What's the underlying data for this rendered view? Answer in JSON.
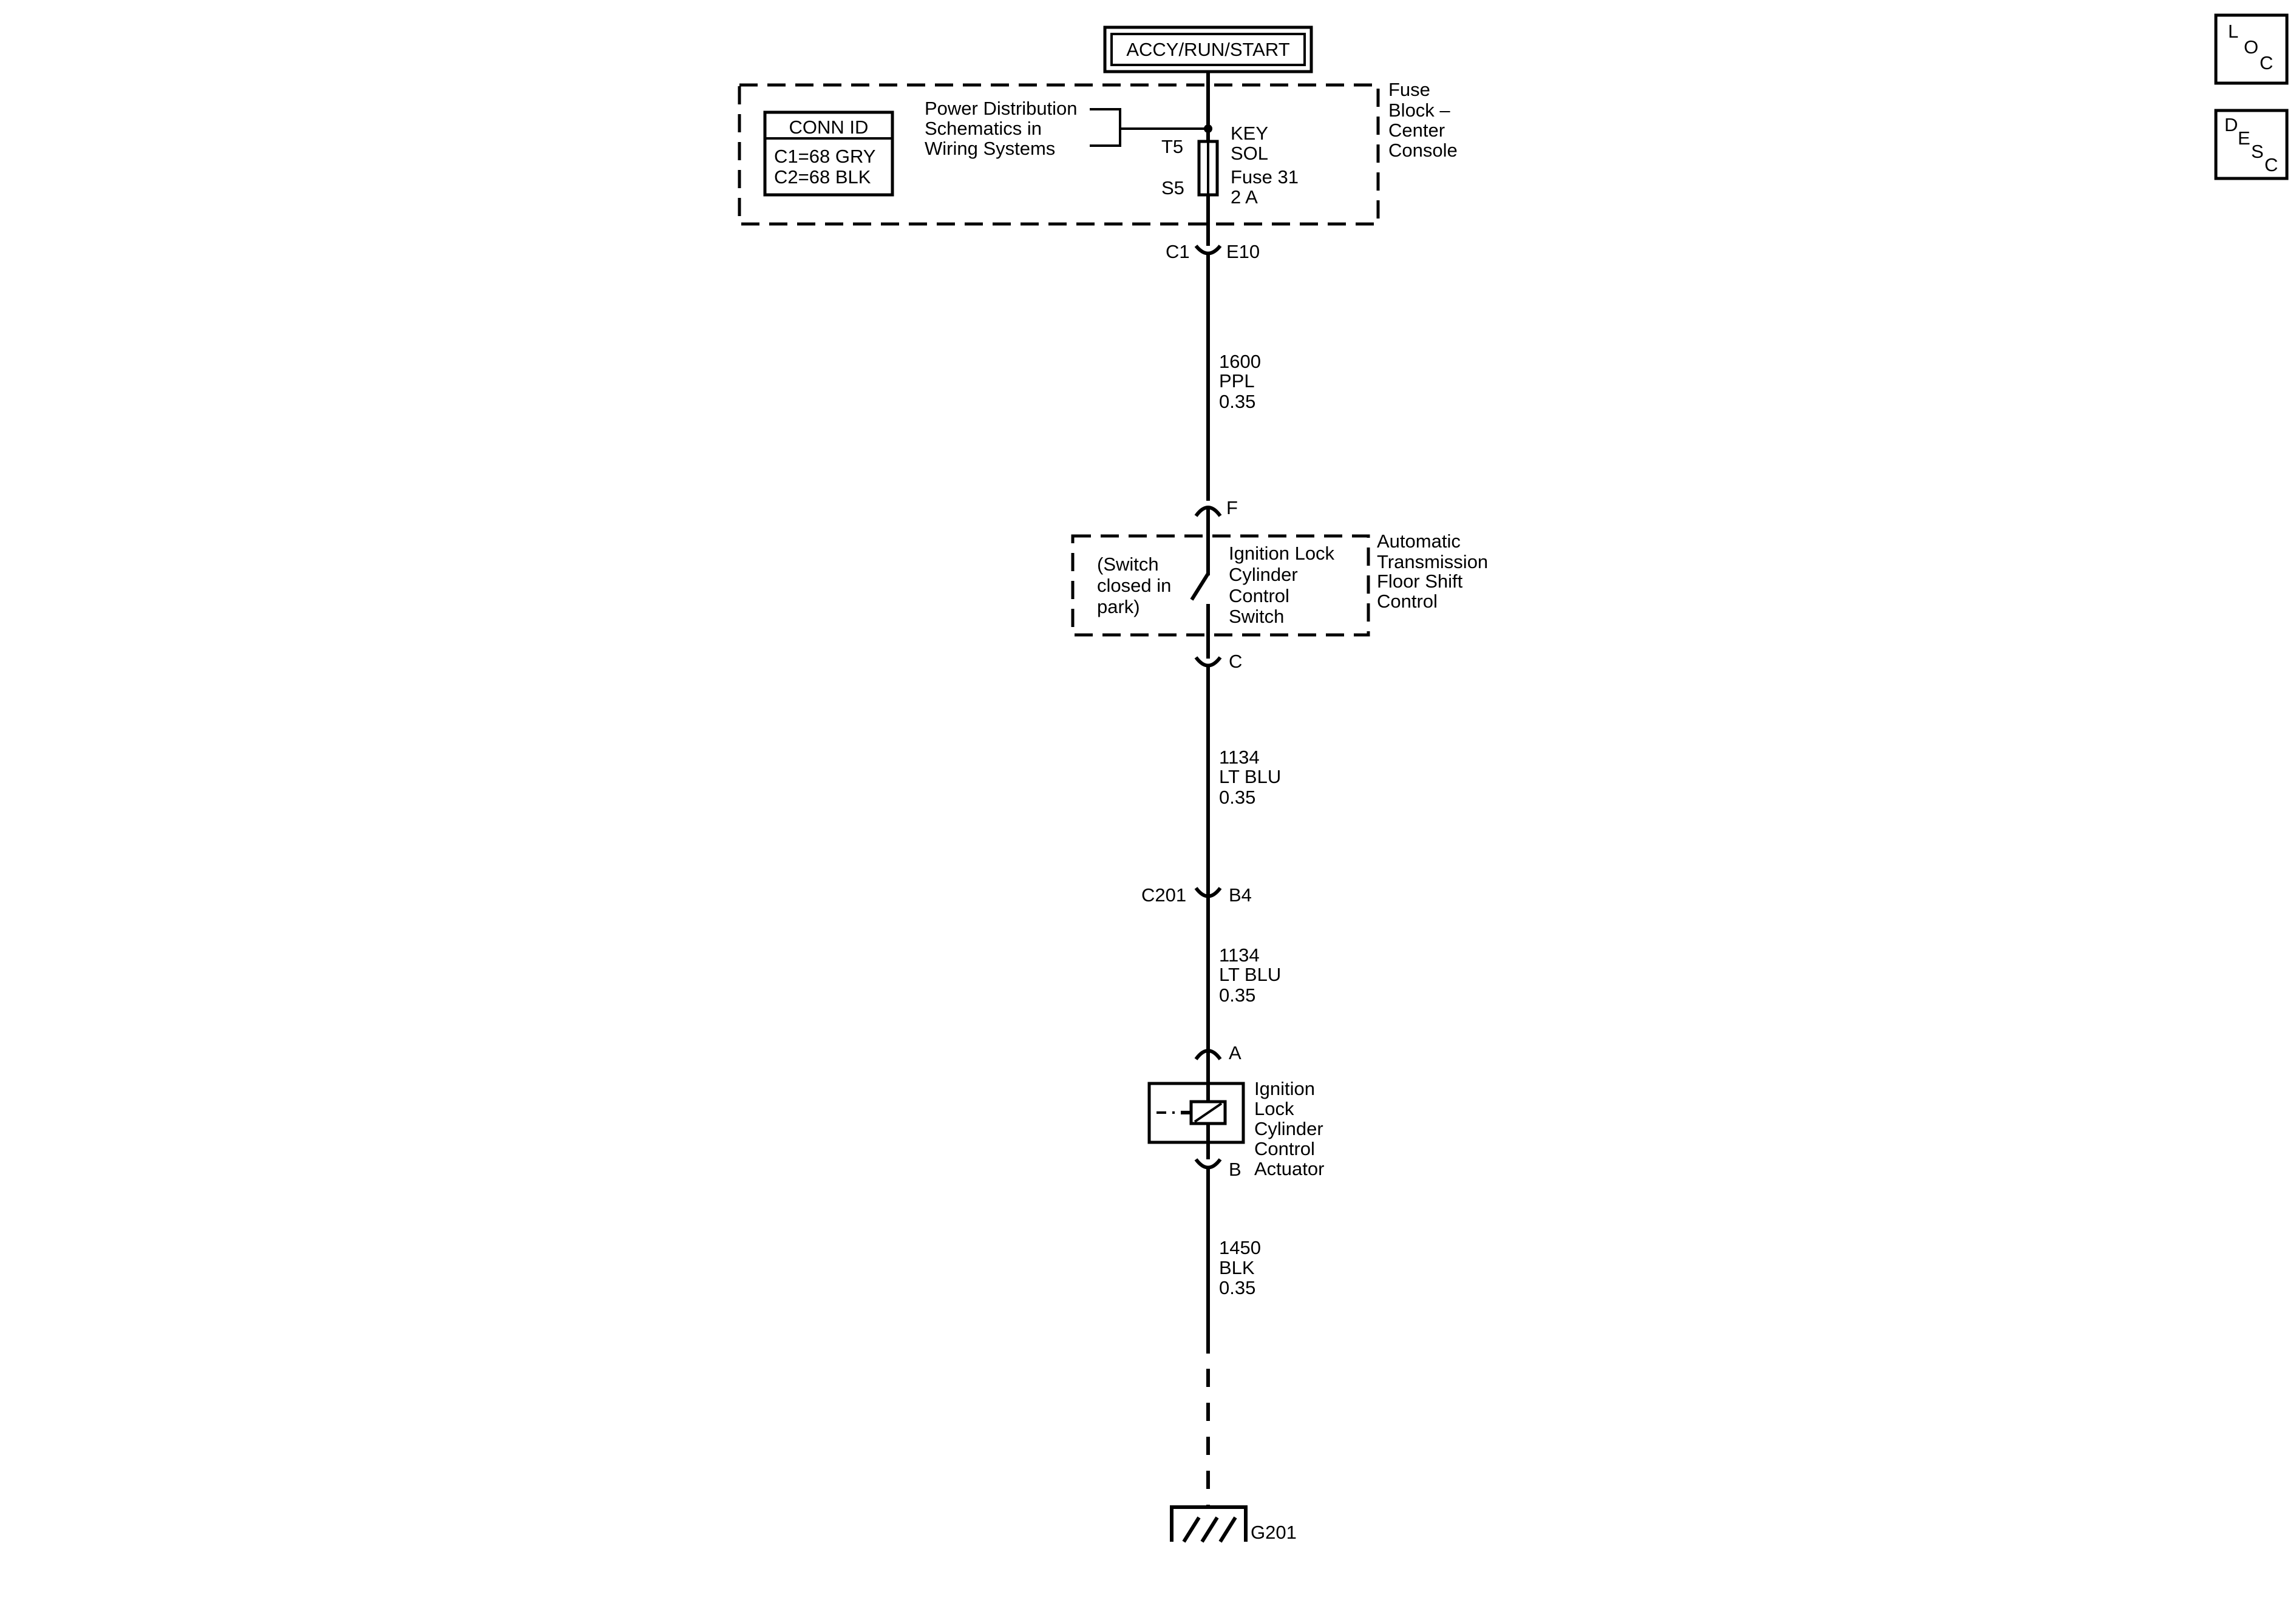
{
  "power_source": {
    "label": "ACCY/RUN/START"
  },
  "conn_id": {
    "title": "CONN ID",
    "lines": [
      "C1=68 GRY",
      "C2=68 BLK"
    ]
  },
  "fuse_block": {
    "ref_lines": [
      "Power Distribution",
      "Schematics in",
      "Wiring  Systems"
    ],
    "name_lines": [
      "Fuse",
      "Block –",
      "Center",
      "Console"
    ],
    "fuse_lines": [
      "KEY",
      "SOL",
      "Fuse 31",
      "2 A"
    ],
    "terminal_top": "T5",
    "terminal_bottom": "S5",
    "connector_left": "C1",
    "connector_right": "E10"
  },
  "wires": [
    {
      "lines": [
        "1600",
        "PPL",
        "0.35"
      ]
    },
    {
      "lines": [
        "1134",
        "LT BLU",
        "0.35"
      ]
    },
    {
      "lines": [
        "1134",
        "LT BLU",
        "0.35"
      ]
    },
    {
      "lines": [
        "1450",
        "BLK",
        "0.35"
      ]
    }
  ],
  "floor_shift": {
    "pin_top": "F",
    "pin_bottom": "C",
    "note_lines": [
      "(Switch",
      "closed in",
      "park)"
    ],
    "switch_lines": [
      "Ignition Lock",
      "Cylinder",
      "Control",
      "Switch"
    ],
    "name_lines": [
      "Automatic",
      "Transmission",
      "Floor Shift",
      "Control"
    ]
  },
  "inline_connector": {
    "left": "C201",
    "right": "B4"
  },
  "actuator": {
    "pin_top": "A",
    "pin_bottom": "B",
    "name_lines": [
      "Ignition",
      "Lock",
      "Cylinder",
      "Control",
      "Actuator"
    ]
  },
  "ground": {
    "label": "G201"
  },
  "nav_buttons": {
    "loc": [
      "L",
      "O",
      "C"
    ],
    "desc": [
      "D",
      "E",
      "S",
      "C"
    ]
  }
}
